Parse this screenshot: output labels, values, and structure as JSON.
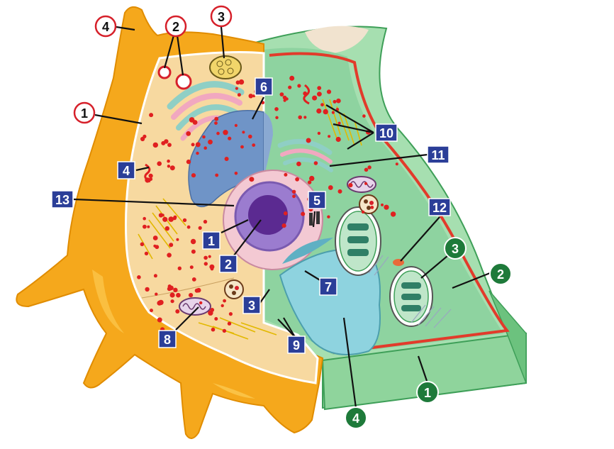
{
  "colors": {
    "animal_membrane": "#f5a81c",
    "animal_cytoplasm": "#f7d9a0",
    "plant_wall_light": "#a6dfb0",
    "plant_wall_dark": "#5fbf77",
    "plant_cytoplasm": "#8ed3a0",
    "nucleus_outer": "#f3c9d3",
    "nucleus_inner": "#9b7ccf",
    "nucleolus": "#5b2a91",
    "er": "#6f94c7",
    "vacuole": "#8ed3df",
    "ribosome": "#e02020",
    "plant_membrane": "#e23b2b",
    "blue_label": "#2b3e98",
    "circle_red": "#d6202a",
    "circle_green": "#1e7a3a"
  },
  "labels": {
    "red_circles": [
      {
        "id": "rc4",
        "text": "4"
      },
      {
        "id": "rc2",
        "text": "2"
      },
      {
        "id": "rc3",
        "text": "3"
      },
      {
        "id": "rc1",
        "text": "1"
      }
    ],
    "blue_squares": [
      {
        "id": "bs6",
        "text": "6"
      },
      {
        "id": "bs10",
        "text": "10"
      },
      {
        "id": "bs11",
        "text": "11"
      },
      {
        "id": "bs4",
        "text": "4"
      },
      {
        "id": "bs13",
        "text": "13"
      },
      {
        "id": "bs5",
        "text": "5"
      },
      {
        "id": "bs12",
        "text": "12"
      },
      {
        "id": "bs1",
        "text": "1"
      },
      {
        "id": "bs2",
        "text": "2"
      },
      {
        "id": "bs7",
        "text": "7"
      },
      {
        "id": "bs3",
        "text": "3"
      },
      {
        "id": "bs8",
        "text": "8"
      },
      {
        "id": "bs9",
        "text": "9"
      }
    ],
    "green_circles": [
      {
        "id": "gc3",
        "text": "3"
      },
      {
        "id": "gc2",
        "text": "2"
      },
      {
        "id": "gc1",
        "text": "1"
      },
      {
        "id": "gc4",
        "text": "4"
      }
    ]
  }
}
